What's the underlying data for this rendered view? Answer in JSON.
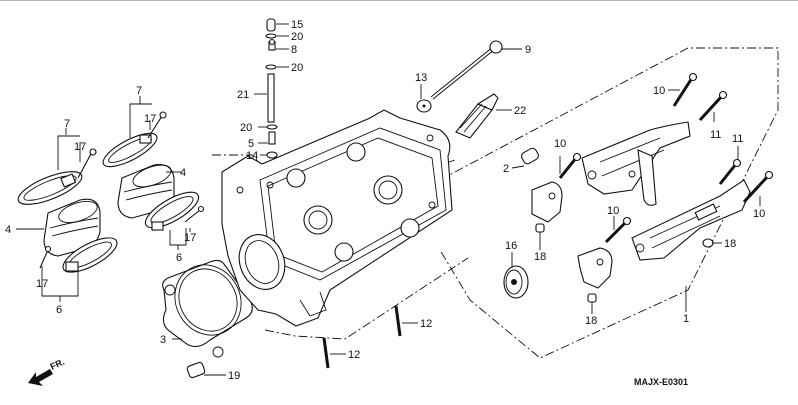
{
  "diagram": {
    "title": "Cylinder Head (Front) Parts Diagram",
    "code": "MAJX-E0301",
    "direction_label": "FR.",
    "callouts": [
      {
        "id": "c-15",
        "label": "15"
      },
      {
        "id": "c-20a",
        "label": "20"
      },
      {
        "id": "c-8",
        "label": "8"
      },
      {
        "id": "c-20b",
        "label": "20"
      },
      {
        "id": "c-21",
        "label": "21"
      },
      {
        "id": "c-20c",
        "label": "20"
      },
      {
        "id": "c-5",
        "label": "5"
      },
      {
        "id": "c-14",
        "label": "14"
      },
      {
        "id": "c-9",
        "label": "9"
      },
      {
        "id": "c-13",
        "label": "13"
      },
      {
        "id": "c-22",
        "label": "22"
      },
      {
        "id": "c-7a",
        "label": "7"
      },
      {
        "id": "c-17a",
        "label": "17"
      },
      {
        "id": "c-7b",
        "label": "7"
      },
      {
        "id": "c-17b",
        "label": "17"
      },
      {
        "id": "c-4a",
        "label": "4"
      },
      {
        "id": "c-4b",
        "label": "4"
      },
      {
        "id": "c-17c",
        "label": "17"
      },
      {
        "id": "c-6a",
        "label": "6"
      },
      {
        "id": "c-17d",
        "label": "17"
      },
      {
        "id": "c-6b",
        "label": "6"
      },
      {
        "id": "c-3",
        "label": "3"
      },
      {
        "id": "c-19",
        "label": "19"
      },
      {
        "id": "c-12a",
        "label": "12"
      },
      {
        "id": "c-12b",
        "label": "12"
      },
      {
        "id": "c-10a",
        "label": "10"
      },
      {
        "id": "c-11a",
        "label": "11"
      },
      {
        "id": "c-10b",
        "label": "10"
      },
      {
        "id": "c-11b",
        "label": "11"
      },
      {
        "id": "c-2",
        "label": "2"
      },
      {
        "id": "c-10c",
        "label": "10"
      },
      {
        "id": "c-10d",
        "label": "10"
      },
      {
        "id": "c-18a",
        "label": "18"
      },
      {
        "id": "c-18b",
        "label": "18"
      },
      {
        "id": "c-18c",
        "label": "18"
      },
      {
        "id": "c-16",
        "label": "16"
      },
      {
        "id": "c-1",
        "label": "1"
      }
    ]
  }
}
